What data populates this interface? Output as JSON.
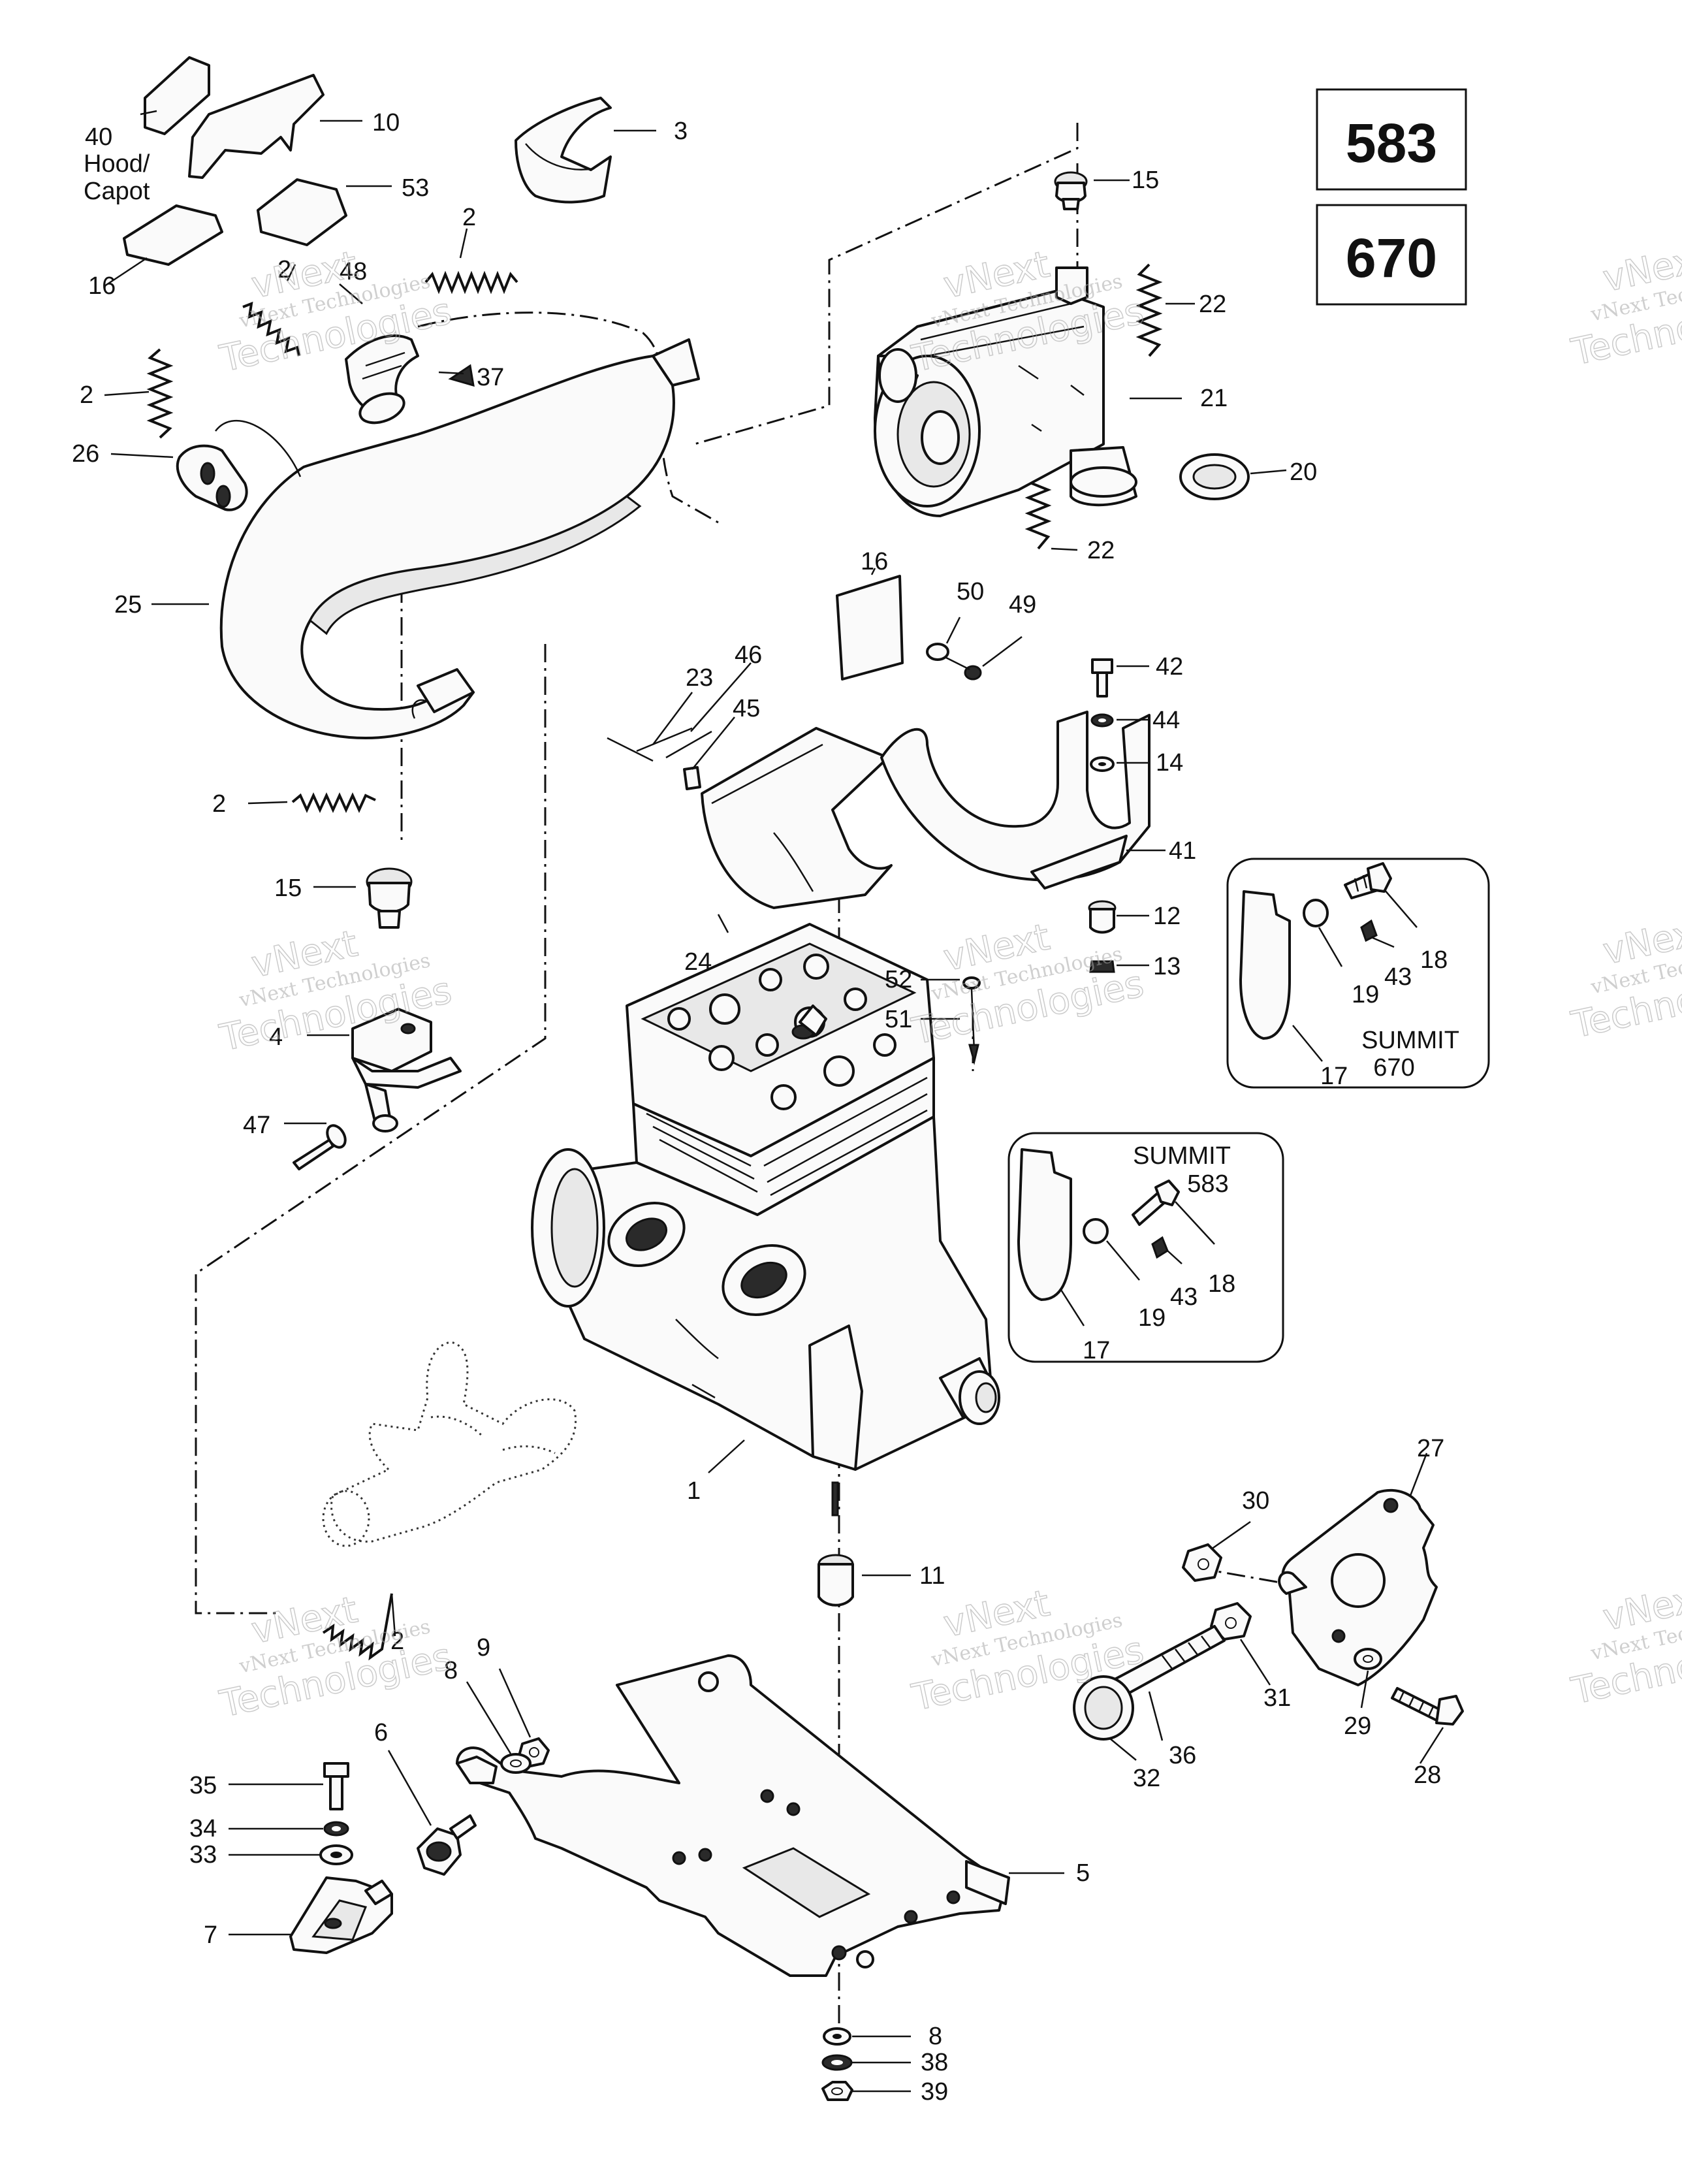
{
  "model_boxes": [
    "583",
    "670"
  ],
  "hood_label": [
    "Hood/",
    "Capot"
  ],
  "summit_670": [
    "SUMMIT",
    "670"
  ],
  "summit_583": [
    "SUMMIT",
    "583"
  ],
  "watermark": {
    "line1": "vNext",
    "line2": "vNext Technologies",
    "line3": "Technologies"
  },
  "callouts": {
    "c40": "40",
    "c10": "10",
    "c3": "3",
    "c53": "53",
    "c16a": "16",
    "c2a": "2",
    "c2b": "2",
    "c48": "48",
    "c37": "37",
    "c2c": "2",
    "c26": "26",
    "c25": "25",
    "c15a": "15",
    "c22a": "22",
    "c21": "21",
    "c20": "20",
    "c22b": "22",
    "c16b": "16",
    "c50": "50",
    "c49": "49",
    "c46": "46",
    "c23": "23",
    "c45": "45",
    "c42": "42",
    "c44": "44",
    "c14": "14",
    "c41": "41",
    "c2d": "2",
    "c15b": "15",
    "c24": "24",
    "c12": "12",
    "c13": "13",
    "c52": "52",
    "c51": "51",
    "c18a": "18",
    "c43a": "43",
    "c19a": "19",
    "c17a": "17",
    "c4": "4",
    "c47": "47",
    "c18b": "18",
    "c43b": "43",
    "c19b": "19",
    "c17b": "17",
    "c1": "1",
    "c27": "27",
    "c30": "30",
    "c11": "11",
    "c2e": "2",
    "c9": "9",
    "c8a": "8",
    "c6": "6",
    "c31": "31",
    "c29": "29",
    "c36": "36",
    "c32": "32",
    "c28": "28",
    "c35": "35",
    "c34": "34",
    "c33": "33",
    "c7": "7",
    "c5": "5",
    "c8b": "8",
    "c38": "38",
    "c39": "39"
  }
}
